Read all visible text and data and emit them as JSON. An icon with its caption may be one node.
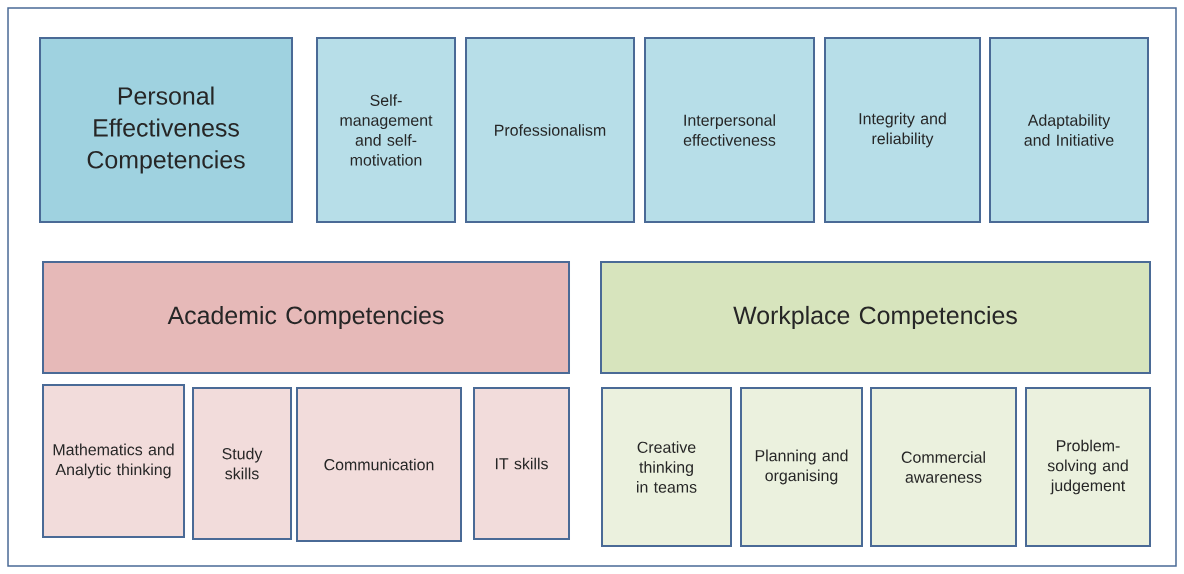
{
  "diagram": {
    "nodes": [
      {
        "text": [
          "Personal Effectiveness Competencies"
        ]
      },
      {
        "text": [
          "Self-management and self-motivation"
        ]
      },
      {
        "text": [
          "Professionalism"
        ]
      },
      {
        "text": [
          "Interpersonal effectiveness"
        ]
      },
      {
        "text": [
          "Integrity and reliability"
        ]
      },
      {
        "text": [
          "Adaptability and Initiative"
        ]
      },
      {
        "text": [
          "Academic Competencies"
        ]
      },
      {
        "text": [
          "Workplace Competencies"
        ]
      },
      {
        "text": [
          "Mathematics and Analytic thinking"
        ]
      },
      {
        "text": [
          "Study skills"
        ]
      },
      {
        "text": [
          "Communication"
        ]
      },
      {
        "text": [
          "IT skills"
        ]
      },
      {
        "text": [
          "Creative thinking in teams"
        ]
      },
      {
        "text": [
          "Planning and organising"
        ]
      },
      {
        "text": [
          "Commercial awareness"
        ]
      },
      {
        "text": [
          "Problem-solving and judgement"
        ]
      }
    ]
  }
}
